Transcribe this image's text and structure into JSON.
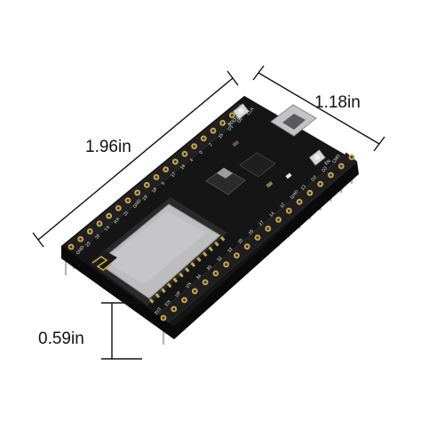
{
  "dimensions": {
    "length": "1.96in",
    "width": "1.18in",
    "height": "0.59in"
  },
  "silkscreen": {
    "button_boot": "BOOT",
    "button_en": "EN",
    "pins_left": [
      "GND",
      "23",
      "22",
      "TX",
      "RX",
      "21",
      "GND",
      "19",
      "18",
      "5",
      "17",
      "16",
      "4",
      "0",
      "2",
      "15",
      "D1",
      "D0",
      "CLK"
    ],
    "pins_right": [
      "3V3",
      "EN",
      "VP",
      "VN",
      "34",
      "35",
      "32",
      "33",
      "25",
      "26",
      "27",
      "14",
      "12",
      "GND",
      "13",
      "D2",
      "D3",
      "CMD",
      "5V"
    ]
  },
  "colors": {
    "background": "#ffffff",
    "pcb": "#141414",
    "shield": "#b9b9bb",
    "pin_gold": "#c9a64a",
    "header": "#1c1c1c",
    "pin_metal": "#b8b8b8",
    "dimension_line": "#111111"
  }
}
